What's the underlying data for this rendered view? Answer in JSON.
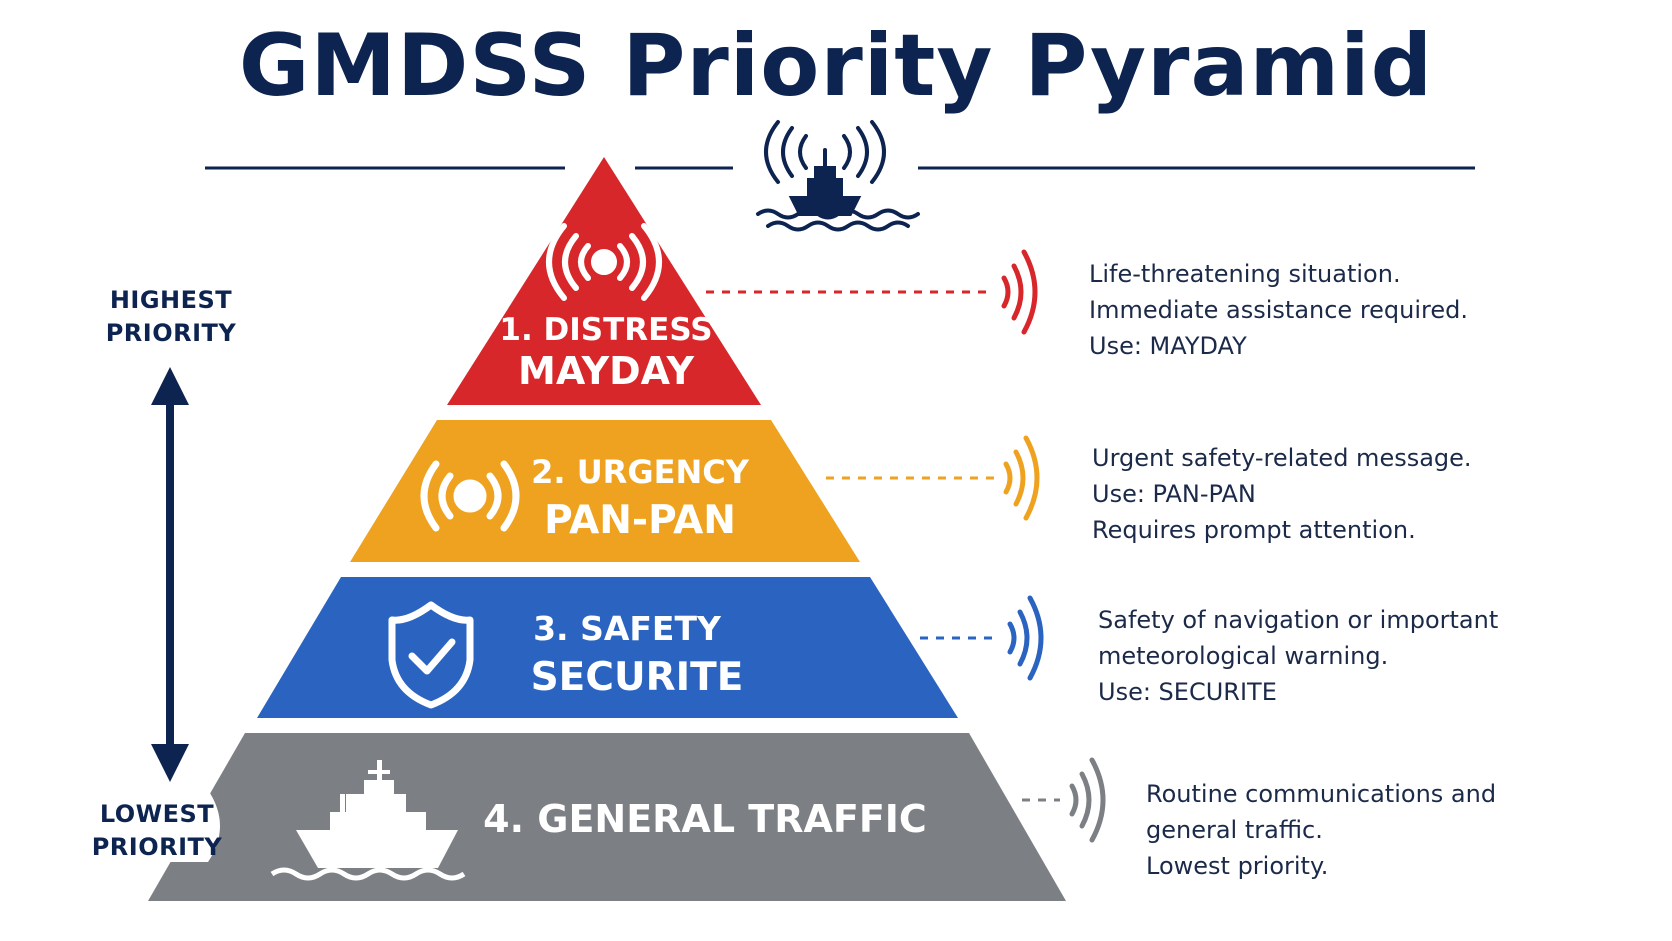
{
  "title": "GMDSS Priority Pyramid",
  "priority_axis": {
    "highest": [
      "HIGHEST",
      "PRIORITY"
    ],
    "lowest": [
      "LOWEST",
      "PRIORITY"
    ]
  },
  "levels": [
    {
      "label": "1. DISTRESS",
      "word": "MAYDAY",
      "color": "#d7272a",
      "icon": "radio-signal-icon",
      "description": [
        "Life-threatening situation.",
        "Immediate assistance required.",
        "Use: MAYDAY"
      ]
    },
    {
      "label": "2. URGENCY",
      "word": "PAN-PAN",
      "color": "#eea21f",
      "icon": "radio-signal-icon",
      "description": [
        "Urgent safety-related message.",
        "Use: PAN-PAN",
        "Requires prompt attention."
      ]
    },
    {
      "label": "3. SAFETY",
      "word": "SECURITE",
      "color": "#2a64c0",
      "icon": "shield-check-icon",
      "description": [
        "Safety of navigation or important",
        "meteorological warning.",
        "Use: SECURITE"
      ]
    },
    {
      "label": "4. GENERAL TRAFFIC",
      "word": "",
      "color": "#7c7f84",
      "icon": "ship-icon",
      "description": [
        "Routine communications and",
        "general traffic.",
        "Lowest priority."
      ]
    }
  ],
  "colors": {
    "title": "#0d2350",
    "text": "#1c2a4a"
  },
  "header_icon": "ship-broadcast-icon"
}
